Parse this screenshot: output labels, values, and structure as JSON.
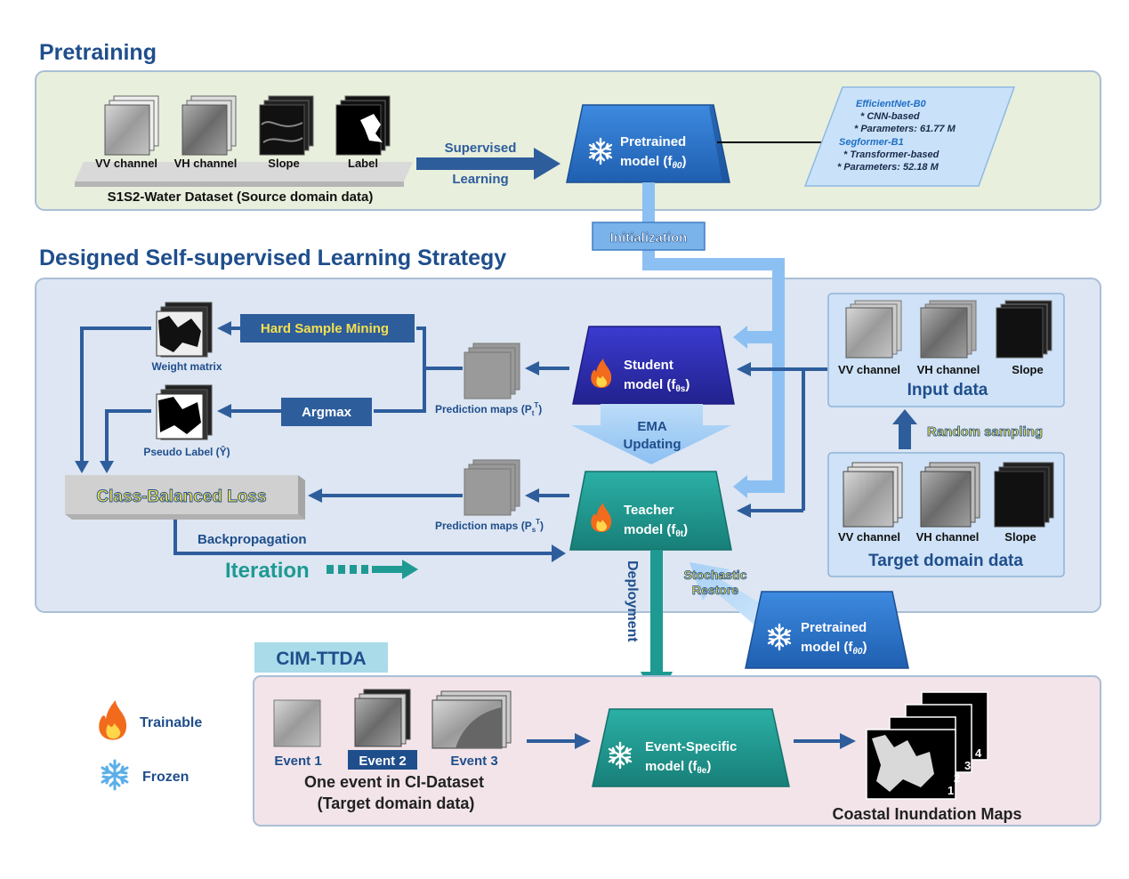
{
  "sections": {
    "pretraining": "Pretraining",
    "ssl": "Designed Self-supervised Learning Strategy",
    "cim": "CIM-TTDA"
  },
  "pretraining": {
    "dataset_channels": [
      "VV channel",
      "VH channel",
      "Slope",
      "Label"
    ],
    "dataset_caption": "S1S2-Water Dataset (Source domain data)",
    "arrow_label_1": "Supervised",
    "arrow_label_2": "Learning",
    "model_line1": "Pretrained",
    "model_line2": "model (f",
    "model_sub": "θ0",
    "model_close": ")",
    "specs": [
      "EfficientNet-B0",
      "* CNN-based",
      "* Parameters: 61.77 M",
      "Segformer-B1",
      "* Transformer-based",
      "* Parameters: 52.18 M"
    ]
  },
  "initialization": "Initialization",
  "ssl": {
    "hard_sample_mining": "Hard Sample Mining",
    "argmax": "Argmax",
    "weight_matrix": "Weight matrix",
    "pseudo_label": "Pseudo Label (Ŷ)",
    "pred_maps_t": "Prediction maps (P",
    "pred_maps_t_sub": "t",
    "pred_maps_t_sup": "T",
    "pred_maps_s": "Prediction maps (P",
    "pred_maps_s_sub": "s",
    "pred_maps_s_sup": "T",
    "class_balanced_loss": "Class-Balanced Loss",
    "backpropagation": "Backpropagation",
    "iteration": "Iteration",
    "student_line1": "Student",
    "student_line2": "model (f",
    "student_sub": "θs",
    "teacher_line1": "Teacher",
    "teacher_line2": "model (f",
    "teacher_sub": "θt",
    "ema_1": "EMA",
    "ema_2": "Updating",
    "input_channels": [
      "VV channel",
      "VH channel",
      "Slope"
    ],
    "input_data": "Input data",
    "random_sampling": "Random sampling",
    "target_channels": [
      "VV channel",
      "VH channel",
      "Slope"
    ],
    "target_domain": "Target domain data",
    "stochastic_1": "Stochastic",
    "stochastic_2": "Restore",
    "deployment": "Deployment",
    "pretrained2_line1": "Pretrained",
    "pretrained2_line2": "model (f",
    "pretrained2_sub": "θ0"
  },
  "cim": {
    "events": [
      "Event 1",
      "Event 2",
      "Event 3"
    ],
    "caption_1": "One event in CI-Dataset",
    "caption_2": "(Target domain data)",
    "model_line1": "Event-Specific",
    "model_line2": "model (f",
    "model_sub": "θe",
    "map_numbers": [
      "1",
      "2",
      "3",
      "4"
    ],
    "maps_caption": "Coastal Inundation Maps"
  },
  "legend": {
    "trainable": "Trainable",
    "frozen": "Frozen"
  },
  "colors": {
    "title_blue": "#1f4e8c",
    "pretrain_bg": "#e8efdc",
    "ssl_bg": "#dde6f2",
    "cim_bg": "#f2e4e8",
    "arrow_blue": "#2e5d9c",
    "light_blue": "#8cc0f2",
    "teal": "#1e9a92",
    "student": "#2f2fb8",
    "pretrained_blue": "#2f78cf"
  }
}
